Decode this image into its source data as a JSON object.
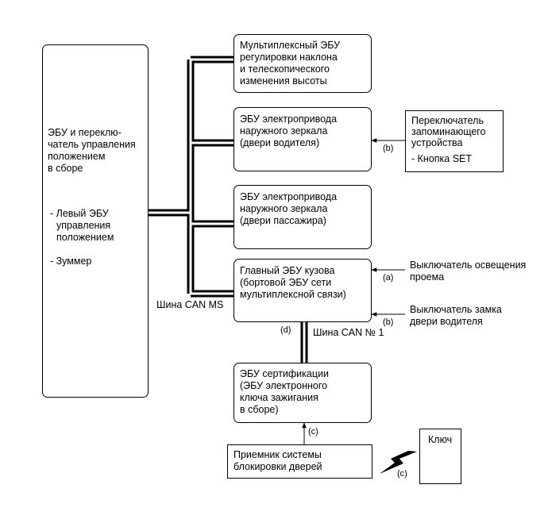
{
  "left_box": {
    "lines": [
      "ЭБУ и переклю-",
      "чатель управления",
      "положением",
      "в сборе"
    ],
    "items": [
      "- Левый ЭБУ",
      "управления",
      "положением",
      "",
      "- Зуммер"
    ]
  },
  "boxes": {
    "multiplex_ecu": [
      "Мультиплексный ЭБУ",
      "регулировки наклона",
      "и телескопического",
      "изменения высоты"
    ],
    "driver_mirror_ecu": [
      "ЭБУ электропривода",
      "наружного зеркала",
      "(двери водителя)"
    ],
    "passenger_mirror_ecu": [
      "ЭБУ электропривода",
      "наружного зеркала",
      "(двери пассажира)"
    ],
    "main_body_ecu": [
      "Главный ЭБУ кузова",
      "(бортовой ЭБУ сети",
      "мультиплексной связи)"
    ],
    "certification_ecu": [
      "ЭБУ сертификации",
      "(ЭБУ электронного",
      "ключа зажигания",
      "в сборе)"
    ],
    "door_lock_receiver": [
      "Приемник системы",
      "блокировки дверей"
    ],
    "key": [
      "Ключ"
    ]
  },
  "memory_switch": [
    "Переключатель",
    "запоминающего",
    "устройства",
    "",
    "- Кнопка SET"
  ],
  "ext_inputs": {
    "courtesy_light": [
      "Выключатель освещения",
      "проема"
    ],
    "door_lock": [
      "Выключатель замка",
      "двери водителя"
    ]
  },
  "bus_labels": {
    "can_ms": "Шина CAN MS",
    "can_1": "Шина CAN № 1"
  },
  "signal_labels": {
    "a": "(a)",
    "b": "(b)",
    "c": "(c)",
    "d": "(d)"
  }
}
